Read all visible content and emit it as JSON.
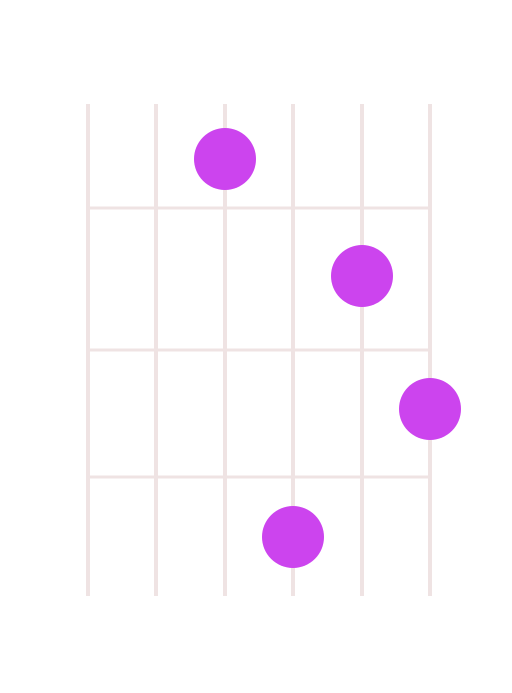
{
  "diagram": {
    "type": "guitar-chord-fretboard",
    "string_count": 6,
    "frets_shown": 4,
    "marker_color": "#cc44ee",
    "line_color": "#efe3e3",
    "background": "#ffffff",
    "fingers": [
      {
        "string": 3,
        "fret": 1
      },
      {
        "string": 5,
        "fret": 2
      },
      {
        "string": 6,
        "fret": 3
      },
      {
        "string": 4,
        "fret": 4
      }
    ]
  }
}
